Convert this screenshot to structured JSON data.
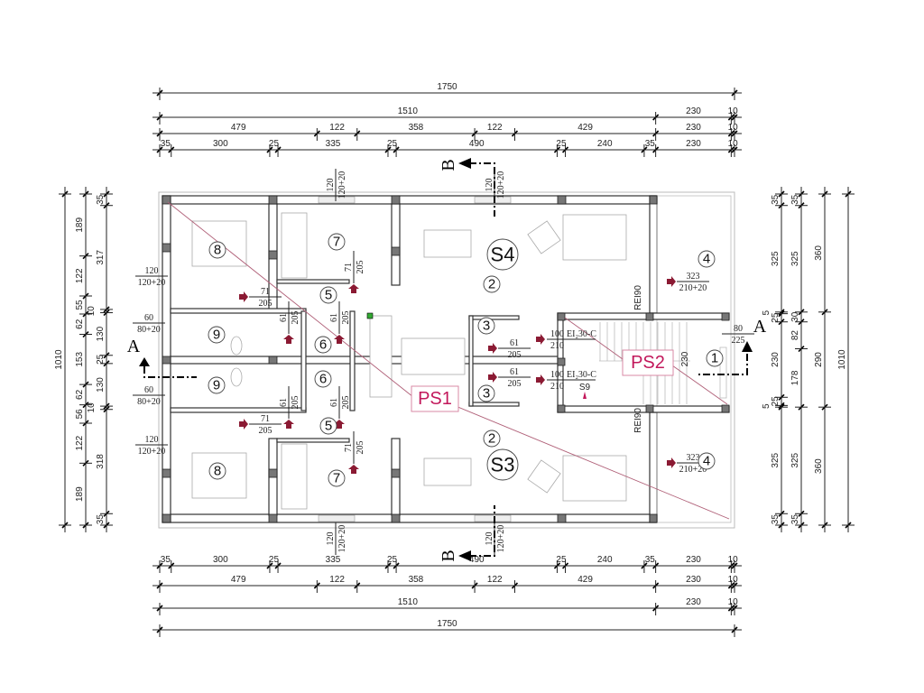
{
  "dimensions": {
    "top_rows": [
      [
        1750
      ],
      [
        1510,
        230,
        10
      ],
      [
        479,
        122,
        358,
        122,
        429,
        230,
        10
      ],
      [
        35,
        300,
        25,
        335,
        25,
        490,
        25,
        240,
        35,
        230,
        10
      ]
    ],
    "bottom_rows": [
      [
        35,
        300,
        25,
        335,
        25,
        490,
        25,
        240,
        35,
        230,
        10
      ],
      [
        479,
        122,
        358,
        122,
        429,
        230,
        10
      ],
      [
        1510,
        230,
        10
      ],
      [
        1750
      ]
    ],
    "left_cols": [
      [
        1010
      ],
      [
        189,
        122,
        55,
        62,
        153,
        62,
        56,
        122,
        189
      ],
      [
        35,
        317,
        10,
        130,
        25,
        130,
        10,
        318,
        35
      ]
    ],
    "right_cols": [
      [
        35,
        325,
        5,
        25,
        230,
        25,
        5,
        325,
        35
      ],
      [
        35,
        325,
        30,
        82,
        178,
        325,
        35
      ],
      [
        360,
        290,
        360
      ],
      [
        1010
      ]
    ]
  },
  "rooms": {
    "r8a": "8",
    "r7a": "7",
    "r5a": "5",
    "r6a": "6",
    "r6b": "6",
    "r9a": "9",
    "r9b": "9",
    "r5b": "5",
    "r7b": "7",
    "r8b": "8",
    "s4": "S4",
    "r2a": "2",
    "r2b": "2",
    "s3": "S3",
    "r3a": "3",
    "r3b": "3",
    "r1": "1",
    "r4a": "4",
    "r4b": "4"
  },
  "zones": {
    "ps1": "PS1",
    "ps2": "PS2"
  },
  "sections": {
    "a_left": "A",
    "a_right": "A",
    "b_top": "B",
    "b_bottom": "B"
  },
  "openings": {
    "win_left_top": [
      "120",
      "120+20"
    ],
    "win_left_bottom": [
      "120",
      "120+20"
    ],
    "win_bath_top": [
      "60",
      "80+20"
    ],
    "win_bath_bottom": [
      "60",
      "80+20"
    ],
    "door_8a": [
      "71",
      "205"
    ],
    "door_8b": [
      "71",
      "205"
    ],
    "door_7a": [
      "71",
      "205"
    ],
    "door_7b": [
      "71",
      "205"
    ],
    "door_9a": [
      "61",
      "205"
    ],
    "door_9b": [
      "61",
      "205"
    ],
    "door_6a": [
      "61",
      "205"
    ],
    "door_6b": [
      "61",
      "205"
    ],
    "door_3a": [
      "61",
      "205"
    ],
    "door_3b": [
      "61",
      "205"
    ],
    "fire_door_a": [
      "100",
      "EI₂30-C",
      "210"
    ],
    "fire_door_b": [
      "100",
      "EI₂30-C",
      "210"
    ],
    "balcony_a": [
      "323",
      "210+20"
    ],
    "balcony_b": [
      "323",
      "210+20"
    ],
    "win_stair": [
      "80",
      "225"
    ],
    "win_top_1": [
      "120",
      "120+20"
    ],
    "win_top_2": [
      "120",
      "120+20"
    ],
    "win_bot_1": [
      "120",
      "120+20"
    ],
    "win_bot_2": [
      "120",
      "120+20"
    ],
    "stair_width": "230",
    "rei_top": "REI90",
    "rei_bottom": "REI90",
    "hydrant": "S9"
  },
  "colors": {
    "accent": "#c2185b",
    "door_arrow": "#8b1a33"
  }
}
